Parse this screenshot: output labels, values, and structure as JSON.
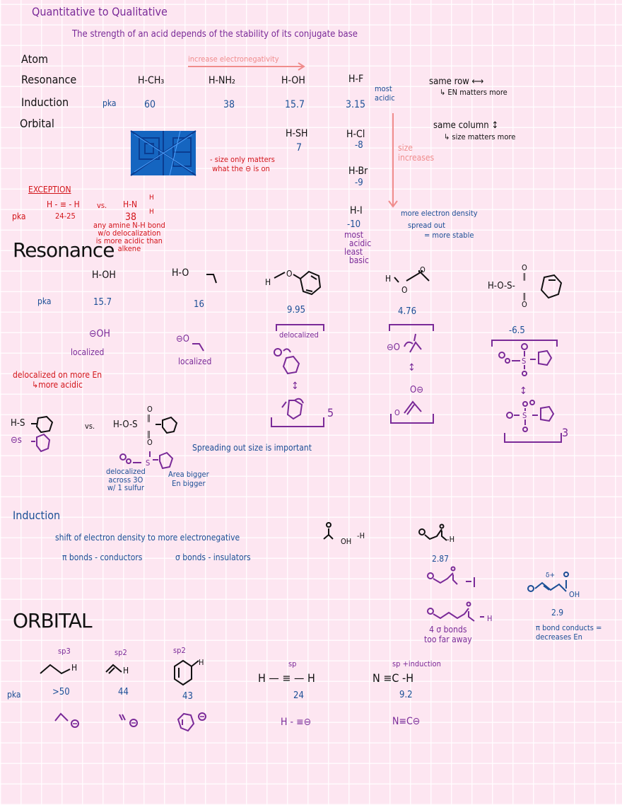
{
  "title": "Quantitative to Qualitative",
  "subtitle": "The strength of an acid depends of the stability of its conjugate base",
  "factors": [
    "Atom",
    "Resonance",
    "Induction",
    "Orbital"
  ],
  "atom": {
    "arrow_label": "increase electronegativity",
    "pka_label": "pka",
    "row": [
      {
        "formula": "H-CH₃",
        "pka": "60"
      },
      {
        "formula": "H-NH₂",
        "pka": "38"
      },
      {
        "formula": "H-OH",
        "pka": "15.7"
      },
      {
        "formula": "H-F",
        "pka": "3.15"
      }
    ],
    "most_acidic": "most\nacidic",
    "column": [
      {
        "formula": "H-SH",
        "pka": "7"
      },
      {
        "formula": "H-Cl",
        "pka": "-8"
      },
      {
        "formula": "H-Br",
        "pka": "-9"
      },
      {
        "formula": "H-I",
        "pka": "-10"
      }
    ],
    "most_acidic_least_basic": "most\n  acidic\nleast\n  basic",
    "size_increases": "size\nincreases",
    "same_row": "same row ⟷",
    "same_row_note": "↳ EN matters more",
    "same_column": "same column ↕",
    "same_column_note": "↳ size matters more",
    "size_note": "- size only matters\n what the ⊖ is on",
    "electron_density_note": "more electron density",
    "spread_out": "spread out",
    "more_stable": "= more stable",
    "exception": {
      "label": "EXCEPTION",
      "left": "H - ≡ - H",
      "vs": "vs.",
      "right": "H-N",
      "right_h": "H",
      "pka_label": "pka",
      "left_pka": "24-25",
      "right_pka": "38",
      "note": "any amine N-H bond\nw/o delocalization\nis more acidic than\nalkene"
    },
    "pattern_color": "#1565c0"
  },
  "resonance": {
    "heading": "Resonance",
    "pka_label": "pka",
    "compounds": [
      {
        "formula": "H-OH",
        "pka": "15.7",
        "base": "⊖OH",
        "note": "localized"
      },
      {
        "formula": "H-O",
        "pka": "16",
        "base": "⊖O",
        "note": "localized"
      },
      {
        "formula": "H",
        "atom": "O",
        "pka": "9.95",
        "note": "delocalized",
        "count": "5"
      },
      {
        "formula": "H",
        "atom": "O",
        "carbonyl": "O",
        "pka": "4.76",
        "base1": "⊖O",
        "base2": "O⊖",
        "base_o": "O"
      },
      {
        "formula": "H-O-S-",
        "pka": "-6.5",
        "count": "3"
      }
    ],
    "rule": "delocalized on more En\n↳more acidic",
    "thiol": "H-S",
    "thiolate": "⊖s",
    "vs": "vs.",
    "sulfonic": "H-O-S",
    "spreading": "Spreading out size is important",
    "deloc_note": "delocalized\nacross 3O\nw/ 1 sulfur",
    "area_note": "Area bigger\nEn bigger"
  },
  "induction": {
    "heading": "Induction",
    "definition": "shift of electron density to more electronegative",
    "pi_bonds": "π bonds - conductors",
    "sigma_bonds": "σ bonds - insulators",
    "acid_oh": "OH",
    "acid_h": "-H",
    "chloro_pka": "2.87",
    "far_note": "4 σ bonds\ntoo far away",
    "delta": "δ+",
    "conj_pka": "2.9",
    "conj_note": "π bond conducts =\ndecreases En"
  },
  "orbital": {
    "heading": "ORBITAL",
    "pka_label": "pka",
    "items": [
      {
        "hybrid": "sp3",
        "pka": ">50"
      },
      {
        "hybrid": "sp2",
        "pka": "44"
      },
      {
        "hybrid": "sp2",
        "pka": "43"
      },
      {
        "hybrid": "sp",
        "formula": "H — ≡ — H",
        "pka": "24",
        "base": "H - ≡⊖"
      },
      {
        "hybrid": "sp +induction",
        "formula": "N ≡C -H",
        "pka": "9.2",
        "base": "N≡C⊖"
      }
    ]
  },
  "colors": {
    "purple": "#7a2a98",
    "blue": "#1b4f96",
    "red": "#d3141a",
    "salmon": "#f08c8c",
    "black": "#111111",
    "background": "#fde6f1"
  }
}
